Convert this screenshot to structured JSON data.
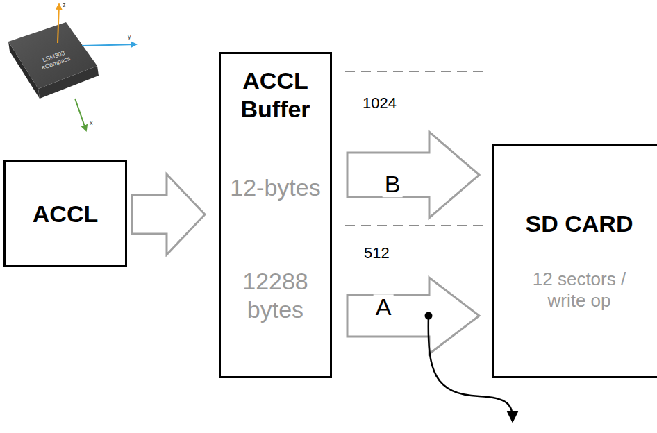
{
  "diagram": {
    "nodes": [
      {
        "text": [
          "ACCL"
        ]
      },
      {
        "text": [
          "ACCL Buffer",
          "12-bytes",
          "12288 bytes"
        ]
      },
      {
        "text": [
          "SD CARD",
          "12 sectors / write op"
        ]
      }
    ],
    "edges": [
      {
        "from": 0,
        "to": 1,
        "arrow": "to"
      },
      {
        "from": 1,
        "to": 2,
        "label": "B",
        "arrow": "to"
      },
      {
        "from": 1,
        "to": 2,
        "label": "A",
        "arrow": "to"
      }
    ],
    "labels": [
      "1024",
      "512",
      "LSM303 eCompass",
      "z",
      "y",
      "x"
    ]
  }
}
